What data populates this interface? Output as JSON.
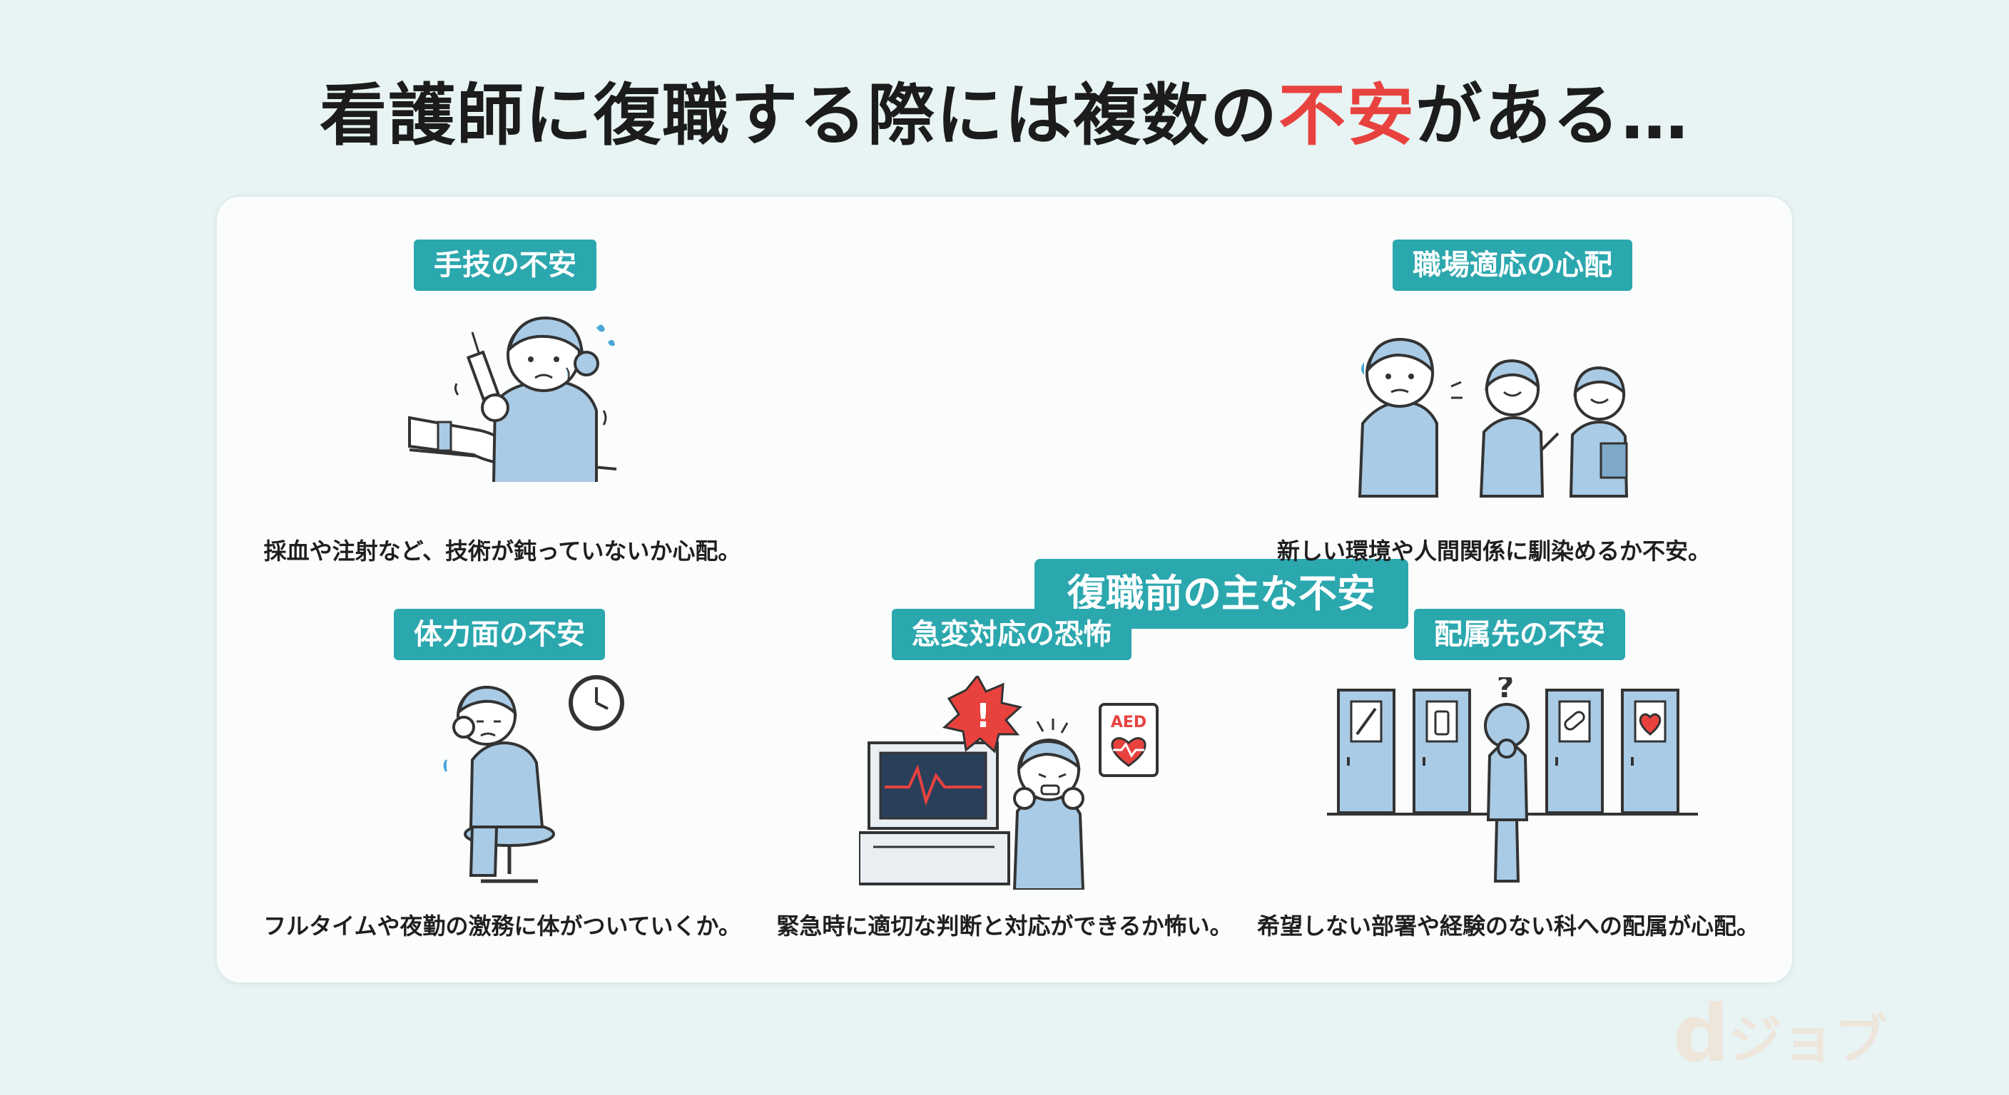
{
  "title": {
    "before": "看護師に復職する際には複数の",
    "accent": "不安",
    "after": "がある…"
  },
  "center_badge": "復職前の主な不安",
  "panels": [
    {
      "badge": "手技の不安",
      "caption": "採血や注射など、技術が鈍っていないか心配。"
    },
    {
      "badge": "職場適応の心配",
      "caption": "新しい環境や人間関係に馴染めるか不安。"
    },
    {
      "badge": "体力面の不安",
      "caption": "フルタイムや夜勤の激務に体がついていくか。"
    },
    {
      "badge": "急変対応の恐怖",
      "caption": "緊急時に適切な判断と対応ができるか怖い。"
    },
    {
      "badge": "配属先の不安",
      "caption": "希望しない部署や経験のない科への配属が心配。"
    }
  ],
  "aed_label": "AED",
  "logo": {
    "mark": "d",
    "text": "ジョブ"
  },
  "colors": {
    "accent_red": "#e8423f",
    "teal": "#2ba7ae",
    "scrub_blue": "#a9cbe6",
    "background": "#e8f4f4"
  },
  "icons": [
    "syringe-icon",
    "clock-icon",
    "alert-icon",
    "aed-icon",
    "heart-icon",
    "question-icon",
    "pill-icon",
    "pen-icon",
    "bottle-icon"
  ]
}
